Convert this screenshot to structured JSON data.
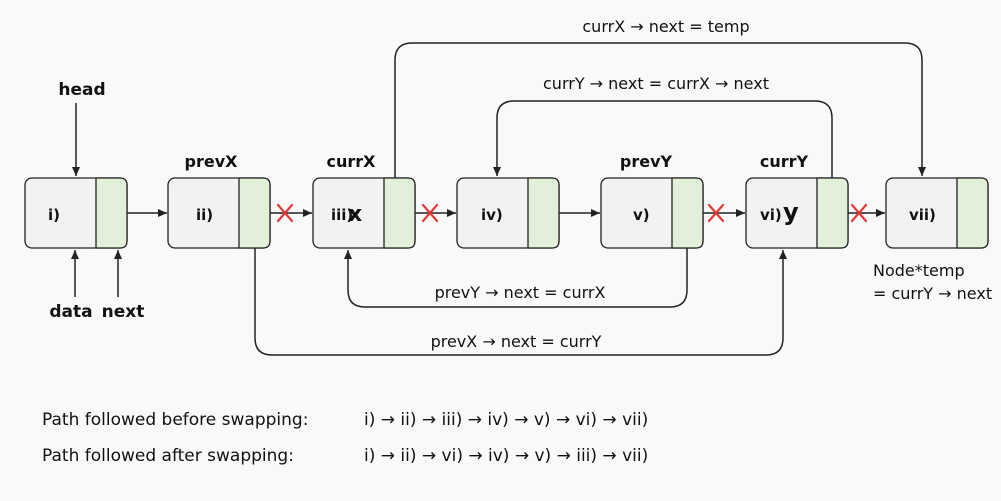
{
  "nodes": [
    {
      "label": "i)",
      "big": ""
    },
    {
      "label": "ii)",
      "big": ""
    },
    {
      "label": "iii)",
      "big": "x"
    },
    {
      "label": "iv)",
      "big": ""
    },
    {
      "label": "v)",
      "big": ""
    },
    {
      "label": "vi)",
      "big": "y"
    },
    {
      "label": "vii)",
      "big": ""
    }
  ],
  "pointers": {
    "head": "head",
    "data": "data",
    "next": "next",
    "prevX": "prevX",
    "currX": "currX",
    "prevY": "prevY",
    "currY": "currY"
  },
  "assignments": {
    "currX_next": "currX → next = temp",
    "currY_next": "currY → next = currX → next",
    "prevY_next": "prevY → next = currX",
    "prevX_next": "prevX → next = currY",
    "temp_line1": "Node*temp",
    "temp_line2": "= currY → next"
  },
  "paths": {
    "before_label": "Path followed before swapping:",
    "before_seq": "i) → ii) → iii) → iv) → v) → vi) → vii)",
    "after_label": "Path followed after swapping:",
    "after_seq": "i) → ii) → vi) → iv) → v) → iii) → vii)"
  },
  "colors": {
    "node_fill": "#f2f2f2",
    "pointer_fill": "#e2f0d9",
    "stroke": "#222222",
    "cross": "#e53935",
    "background": "#f9f9f9"
  }
}
